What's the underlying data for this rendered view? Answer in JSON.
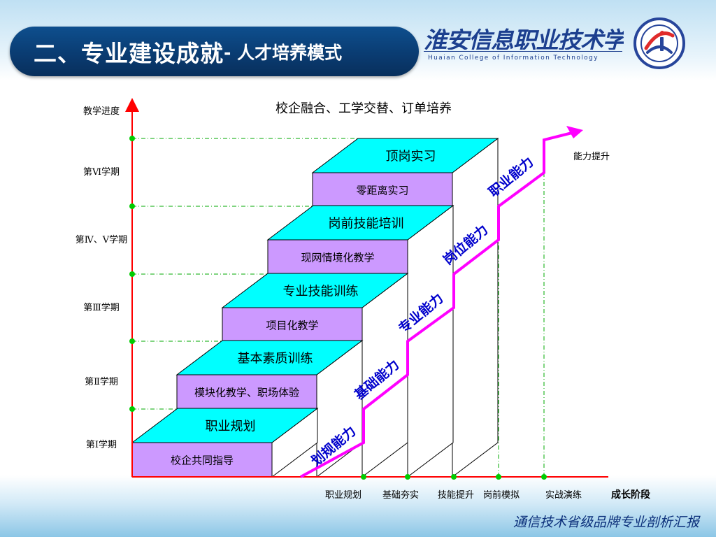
{
  "header": {
    "title": "二、专业建设成就",
    "subtitle": "- 人才培养模式",
    "college_name_cn": "淮安信息职业技术学院",
    "college_name_en": "Huaian College of Information Technology"
  },
  "diagram": {
    "title": "校企融合、工学交替、订单培养",
    "y_axis_label": "教学进度",
    "x_axis_label": "成长阶段",
    "top_right_label": "能力提升",
    "semesters": [
      "第Ⅰ学期",
      "第Ⅱ学期",
      "第Ⅲ学期",
      "第Ⅳ、Ⅴ学期",
      "第Ⅵ学期"
    ],
    "stages": [
      "职业规划",
      "基础夯实",
      "技能提升",
      "岗前模拟",
      "实战演练"
    ],
    "steps": [
      {
        "top": "职业规划",
        "front": "校企共同指导"
      },
      {
        "top": "基本素质训练",
        "front": "模块化教学、职场体验"
      },
      {
        "top": "专业技能训练",
        "front": "项目化教学"
      },
      {
        "top": "岗前技能培训",
        "front": "现网情境化教学"
      },
      {
        "top": "顶岗实习",
        "front": "零距离实习"
      }
    ],
    "abilities": [
      "划规能力",
      "基础能力",
      "专业能力",
      "岗位能力",
      "职业能力"
    ],
    "colors": {
      "top_face": "#00ffff",
      "front_face": "#cc99ff",
      "axis": "#ff0000",
      "path": "#ff00ff",
      "ability_text": "#0000cc",
      "dot": "#00cc00"
    }
  },
  "footer": {
    "note": "通信技术省级品牌专业剖析汇报"
  }
}
